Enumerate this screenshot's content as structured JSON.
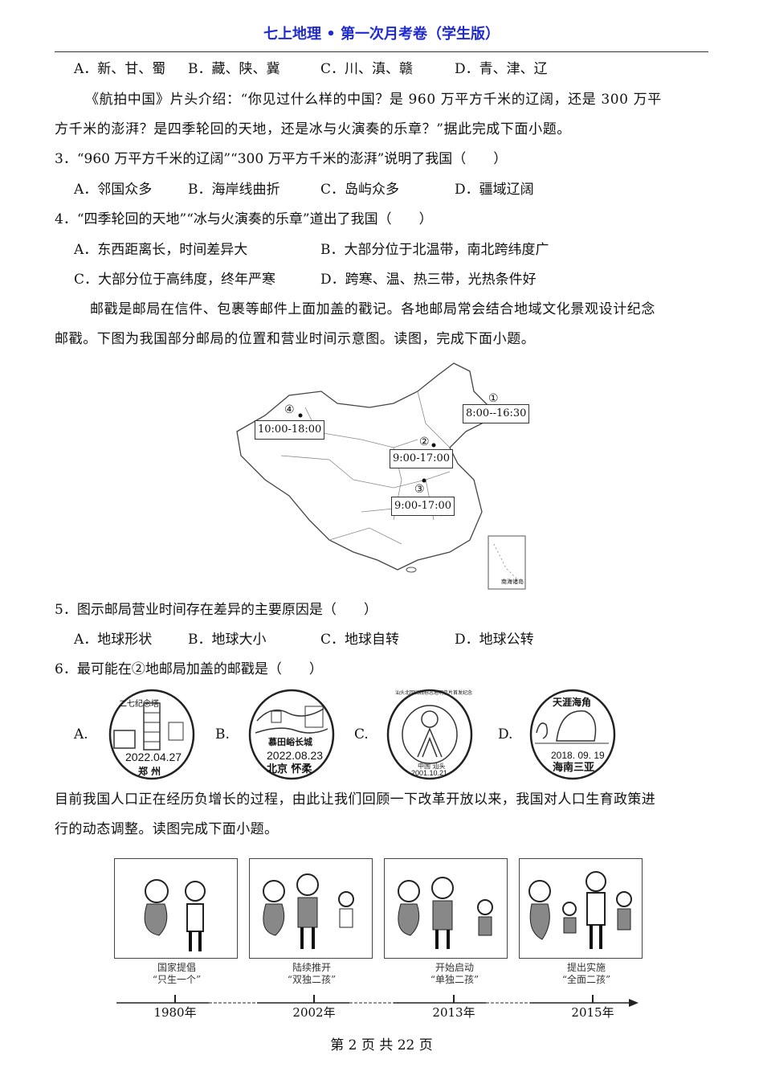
{
  "header": {
    "title": "七上地理 • 第一次月考卷（学生版）"
  },
  "q2_options": {
    "a": "A．新、甘、蜀",
    "b": "B．藏、陕、冀",
    "c": "C．川、滇、赣",
    "d": "D．青、津、辽"
  },
  "intro1": {
    "line1": "《航拍中国》片头介绍：“你见过什么样的中国？是 960 万平方千米的辽阔，还是 300 万平",
    "line2": "方千米的澎湃？是四季轮回的天地，还是冰与火演奏的乐章？”据此完成下面小题。"
  },
  "q3": {
    "stem": "3．“960 万平方千米的辽阔”“300 万平方千米的澎湃”说明了我国（　　）",
    "a": "A．邻国众多",
    "b": "B．海岸线曲折",
    "c": "C．岛屿众多",
    "d": "D．疆域辽阔"
  },
  "q4": {
    "stem": "4．“四季轮回的天地”“冰与火演奏的乐章”道出了我国（　　）",
    "a": "A．东西距离长，时间差异大",
    "b": "B．大部分位于北温带，南北跨纬度广",
    "c": "C．大部分位于高纬度，终年严寒",
    "d": "D．跨寒、温、热三带，光热条件好"
  },
  "intro2": {
    "line1": "邮戳是邮局在信件、包裹等邮件上面加盖的戳记。各地邮局常会结合地域文化景观设计纪念",
    "line2": "邮戳。下图为我国部分邮局的位置和营业时间示意图。读图，完成下面小题。"
  },
  "map": {
    "markers": [
      {
        "num": "①",
        "hours": "8:00--16:30"
      },
      {
        "num": "②",
        "hours": "9:00-17:00"
      },
      {
        "num": "③",
        "hours": "9:00-17:00"
      },
      {
        "num": "④",
        "hours": "10:00-18:00"
      }
    ],
    "inset": "南海诸岛"
  },
  "q5": {
    "stem": "5．图示邮局营业时间存在差异的主要原因是（　　）",
    "a": "A．地球形状",
    "b": "B．地球大小",
    "c": "C．地球自转",
    "d": "D．地球公转"
  },
  "q6": {
    "stem": "6．最可能在②地邮局加盖的邮戳是（　　）",
    "options": [
      {
        "label": "A.",
        "top": "二七纪念塔",
        "date": "2022.04.27",
        "place": "郑 州"
      },
      {
        "label": "B.",
        "top": "慕田峪长城",
        "date": "2022.08.23",
        "place": "北京 怀柔"
      },
      {
        "label": "C.",
        "top": "汕头北回归线标志塔明信片首发纪念",
        "date": "2001.10.21",
        "place": "中国 汕头"
      },
      {
        "label": "D.",
        "top": "天涯海角",
        "date": "2018. 09. 19",
        "place": "海南三亚"
      }
    ]
  },
  "intro3": {
    "line1": "目前我国人口正在经历负增长的过程，由此让我们回顾一下改革开放以来，我国对人口生育政策进",
    "line2": "行的动态调整。读图完成下面小题。"
  },
  "timeline": [
    {
      "line1": "国家提倡",
      "line2": "“只生一个”",
      "year": "1980年"
    },
    {
      "line1": "陆续推开",
      "line2": "“双独二孩”",
      "year": "2002年"
    },
    {
      "line1": "开始启动",
      "line2": "“单独二孩”",
      "year": "2013年"
    },
    {
      "line1": "提出实施",
      "line2": "“全面二孩”",
      "year": "2015年"
    }
  ],
  "footer": {
    "page": "第 2 页 共 22 页"
  },
  "colors": {
    "header": "#1f2bd0"
  }
}
